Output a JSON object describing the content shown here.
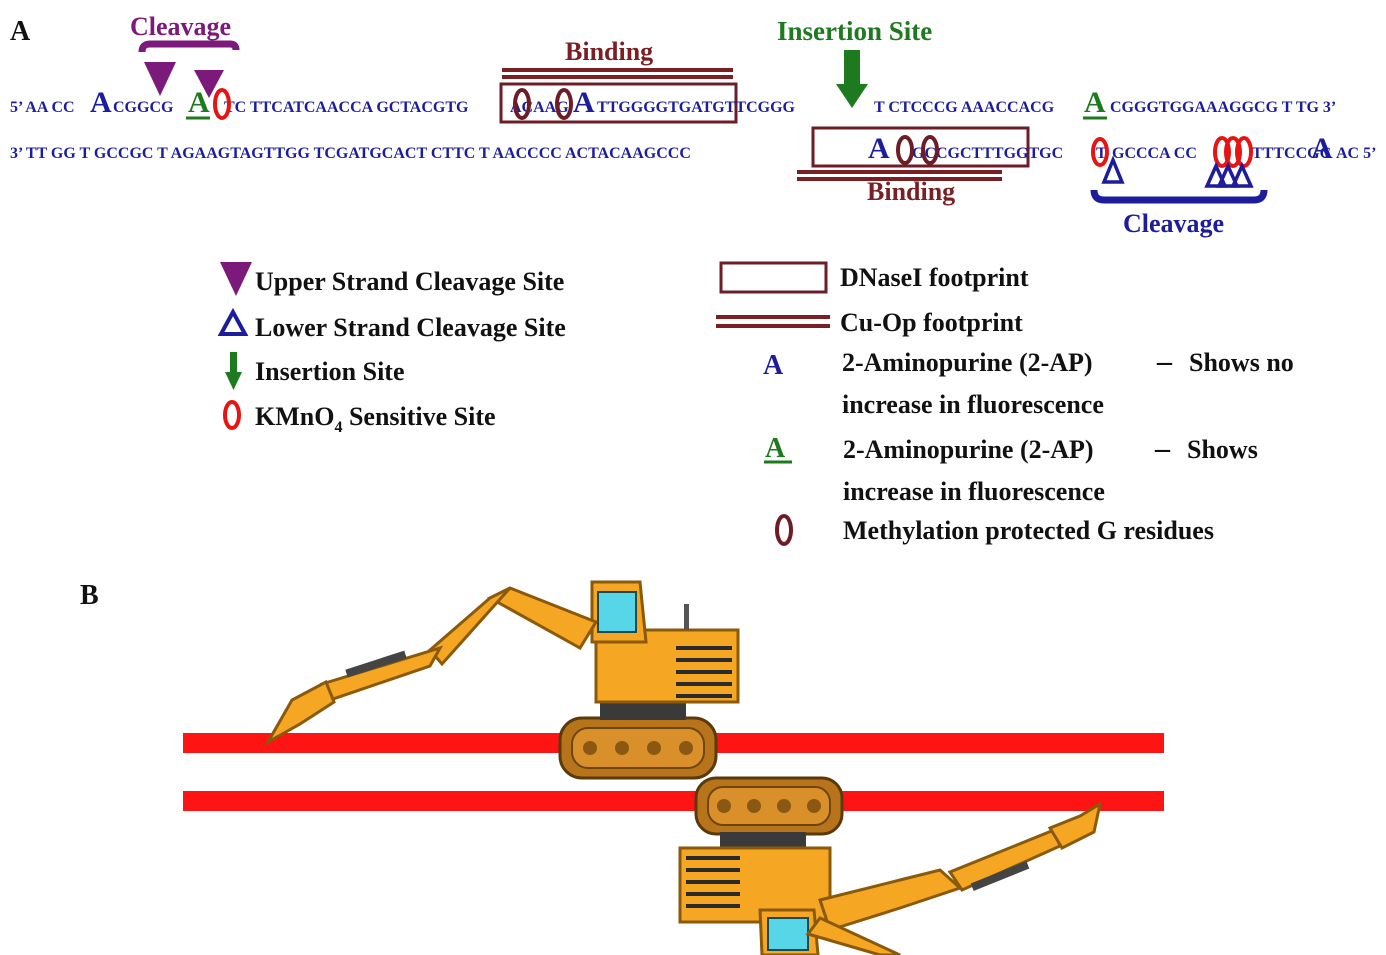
{
  "panel_a": {
    "label": "A",
    "top_labels": {
      "cleavage_upper": "Cleavage",
      "binding_upper": "Binding",
      "insertion_site": "Insertion Site",
      "binding_lower": "Binding",
      "cleavage_lower": "Cleavage"
    },
    "upper_strand": {
      "s1": "5’ AA CC",
      "A1": "A",
      "s2": "CGGCG",
      "A2": "A",
      "s3": "TC TTCATCAACCA GCTACGTG",
      "s4": "ACAAG",
      "A3": "A",
      "s5": "TTGGGGTGATGTTCGGG",
      "s6": "T CTCCCG AAACCACG",
      "A4": "A",
      "s7": "CGGGTGGAAAGGCG  T TG 3’"
    },
    "lower_strand": {
      "s1": "3’ TT GG T  GCCGC  T AGAAGTAGTTGG TCGATGCACT CTTC  T AACCCC ACTACAAGCCC",
      "A1": "A",
      "s2": "GCCGCTTTGGTGC",
      "s3": "T",
      "s4": "GCCCA CC",
      "s5": "TTTCCGC",
      "A2": "A",
      "s6": "AC 5’"
    },
    "legend": {
      "upper_cleavage": "Upper Strand Cleavage Site",
      "lower_cleavage": "Lower Strand Cleavage Site",
      "insertion": "Insertion Site",
      "kmno4_prefix": "KMnO",
      "kmno4_sub": "4",
      "kmno4_suffix": " Sensitive Site",
      "dnase": "DNaseI footprint",
      "cuop": "Cu-Op footprint",
      "ap_letter": "A",
      "ap_no_line1": "2-Aminopurine (2-AP)",
      "ap_no_dash": "–",
      "ap_no_line1b": "Shows no",
      "ap_no_line2": "increase in fluorescence",
      "ap_yes_line1": "2-Aminopurine (2-AP)",
      "ap_yes_dash": "–",
      "ap_yes_line1b": "Shows",
      "ap_yes_line2": "increase in fluorescence",
      "methylation": "Methylation protected G residues"
    },
    "colors": {
      "purple": "#7b1a7b",
      "sequence_blue": "#1c1c9c",
      "green": "#1e7a1e",
      "maroon": "#6e1d26",
      "binding_text": "#7a1f24",
      "red": "#e81414"
    }
  },
  "panel_b": {
    "label": "B",
    "illustration": "two excavators on DNA strands",
    "colors": {
      "dna_strand": "#ff1414",
      "excavator_body": "#f5a623",
      "excavator_dark": "#9a6a12",
      "track": "#c0791c"
    }
  }
}
